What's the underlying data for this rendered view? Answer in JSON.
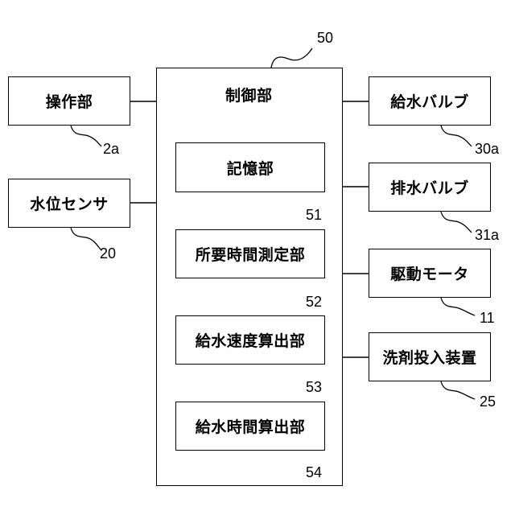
{
  "controller": {
    "label": "制御部",
    "ref": "50"
  },
  "left_blocks": [
    {
      "label": "操作部",
      "ref": "2a"
    },
    {
      "label": "水位センサ",
      "ref": "20"
    }
  ],
  "internal_blocks": [
    {
      "label": "記憶部",
      "ref": "51"
    },
    {
      "label": "所要時間測定部",
      "ref": "52"
    },
    {
      "label": "給水速度算出部",
      "ref": "53"
    },
    {
      "label": "給水時間算出部",
      "ref": "54"
    }
  ],
  "right_blocks": [
    {
      "label": "給水バルブ",
      "ref": "30a"
    },
    {
      "label": "排水バルブ",
      "ref": "31a"
    },
    {
      "label": "駆動モータ",
      "ref": "11"
    },
    {
      "label": "洗剤投入装置",
      "ref": "25"
    }
  ]
}
